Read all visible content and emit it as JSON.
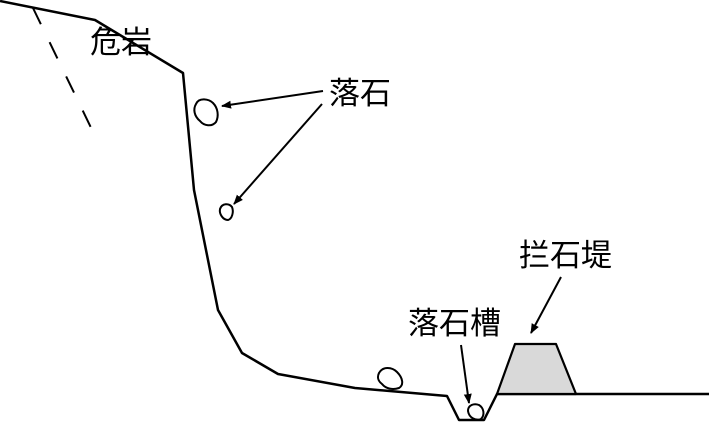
{
  "labels": {
    "dangerous_rock": "危岩",
    "rockfall": "落石",
    "barrier_dam": "拦石堤",
    "rockfall_trench": "落石槽"
  },
  "colors": {
    "line": "#000000",
    "barrier_fill": "#d9d9d9",
    "background": "#ffffff"
  }
}
